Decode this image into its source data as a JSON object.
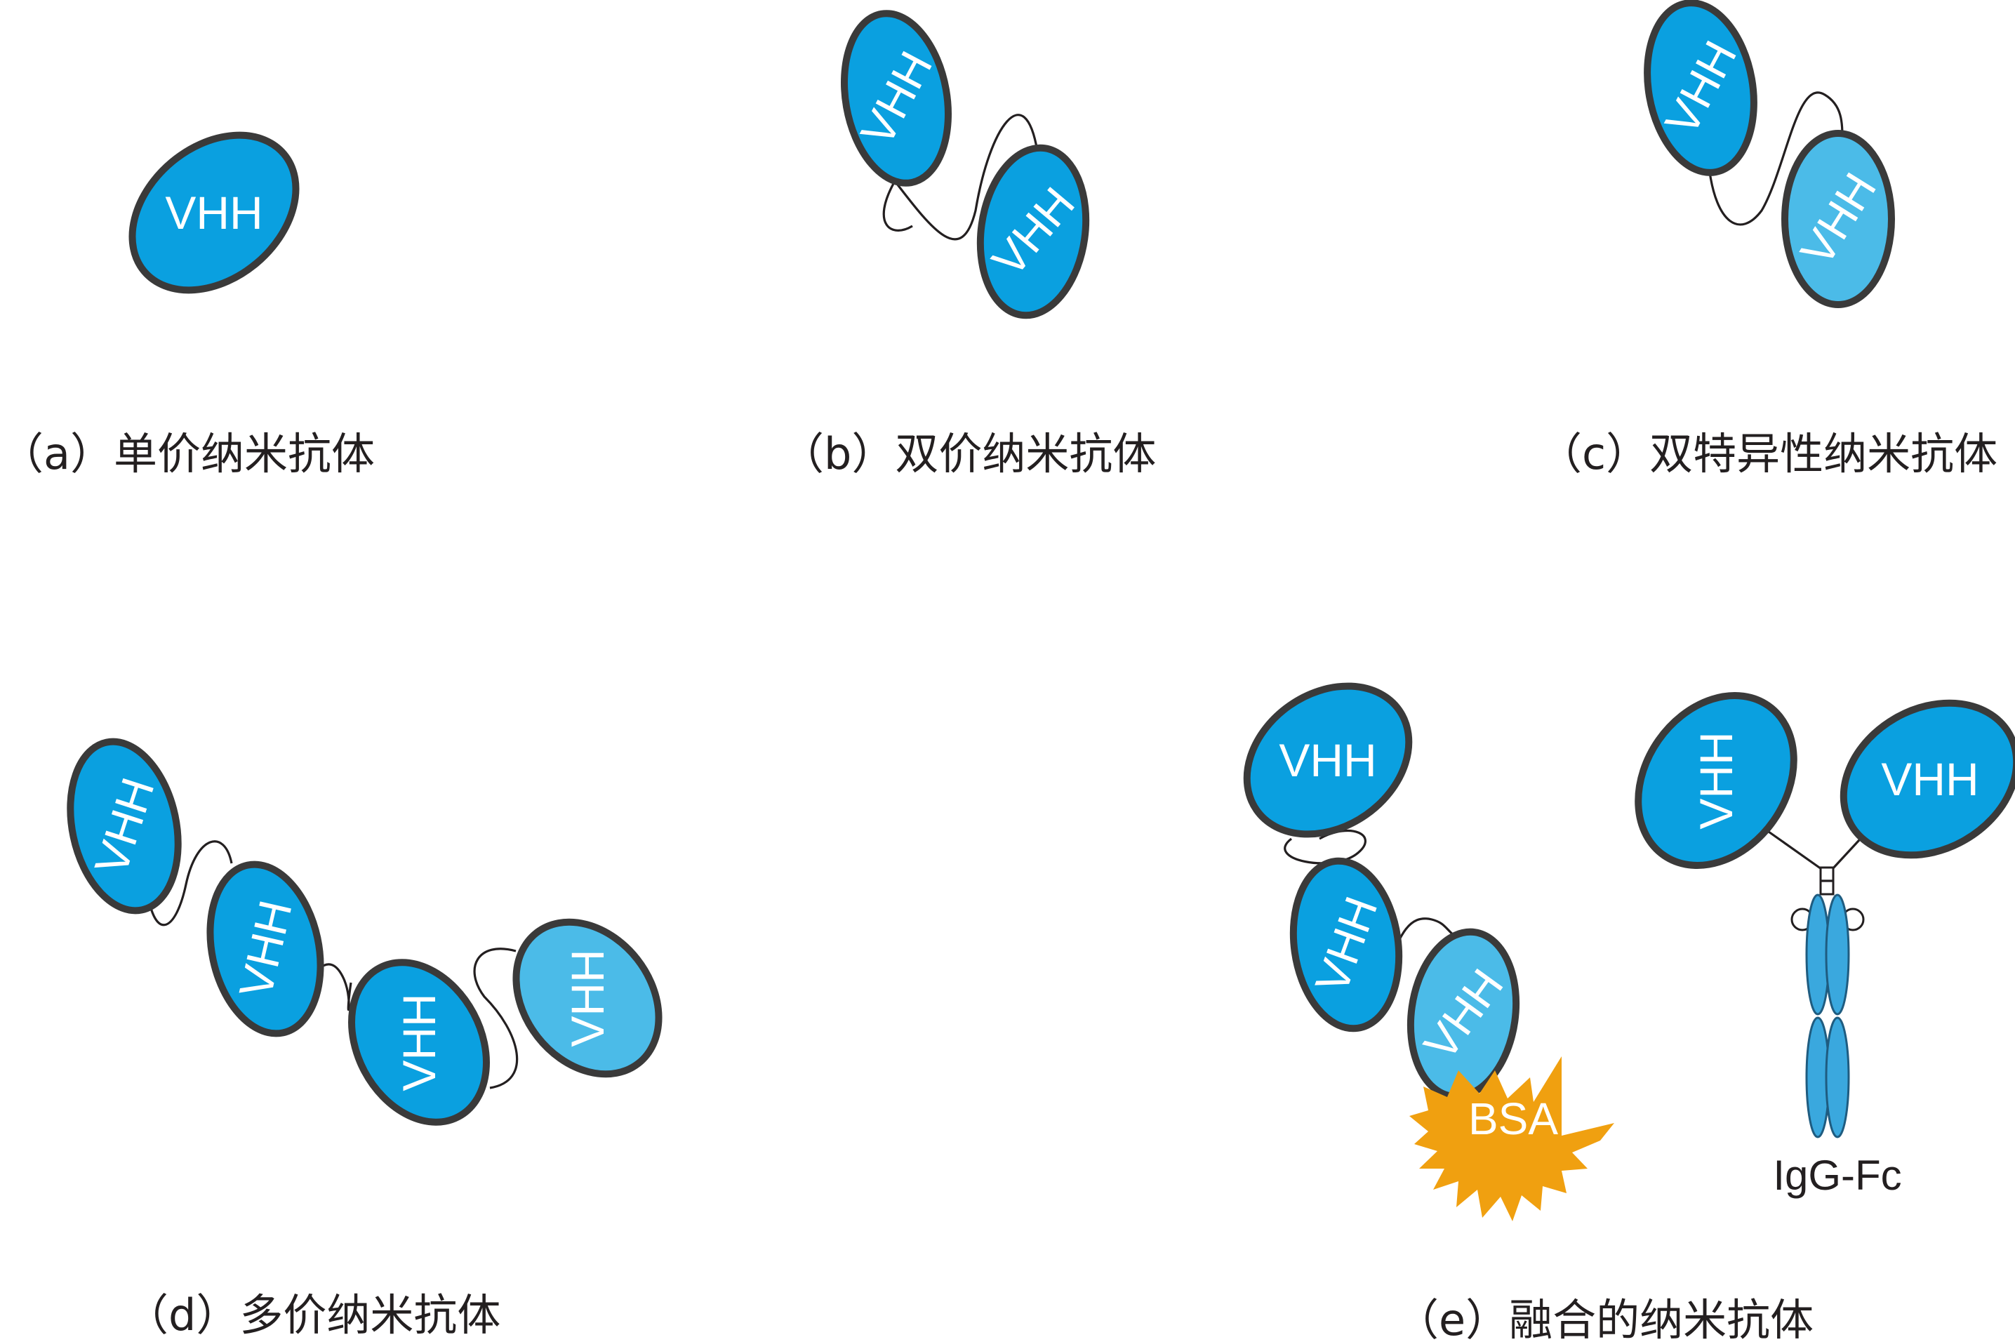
{
  "domain_label": "VHH",
  "captions": {
    "a": "（a）单价纳米抗体",
    "b": "（b）双价纳米抗体",
    "c": "（c）双特异性纳米抗体",
    "d": "（d）多价纳米抗体",
    "e": "（e）融合的纳米抗体"
  },
  "labels": {
    "bsa": "BSA",
    "fc": "IgG-Fc"
  },
  "colors": {
    "domain_dark": "#0aa0e0",
    "domain_light": "#4bbbe8",
    "outline": "#3a3a3a",
    "bsa": "#f0a010",
    "fc": "#3aa8de",
    "text": "#231f20"
  }
}
